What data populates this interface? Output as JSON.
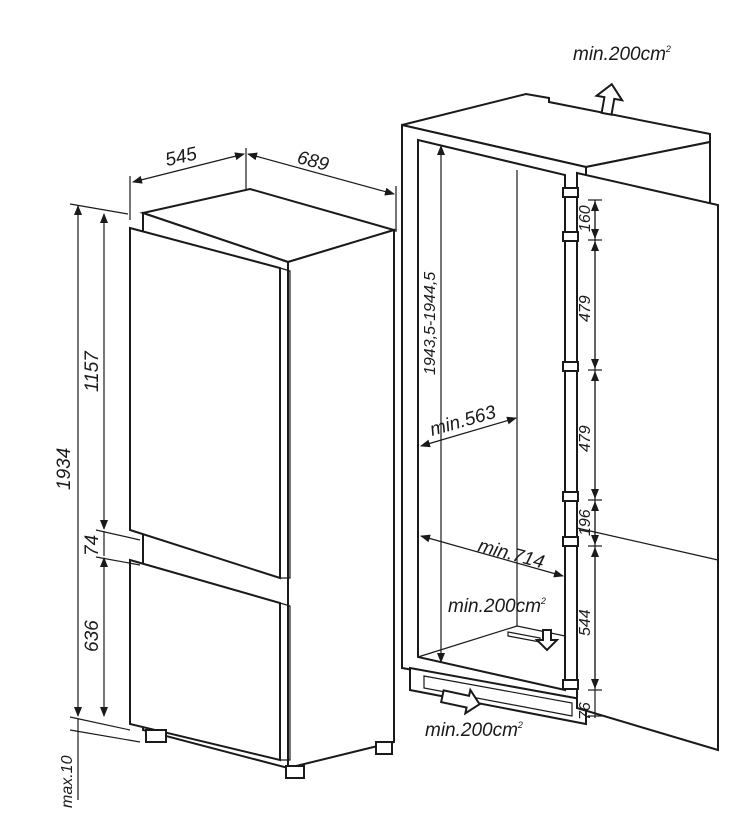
{
  "fridge": {
    "depth": "545",
    "width": "689",
    "total_height": "1934",
    "upper_door": "1157",
    "gap": "74",
    "lower_door": "636",
    "plinth": "max.10"
  },
  "niche": {
    "height": "1943,5-1944,5",
    "min_depth": "min.563",
    "min_width": "min.714",
    "vent_top": "min.200cm",
    "vent_mid": "min.200cm",
    "vent_bottom": "min.200cm",
    "vent_exp": "2"
  },
  "hinges": {
    "d1": "160",
    "d2": "479",
    "d3": "479",
    "d4": "196",
    "d5": "544",
    "d6": "76"
  }
}
